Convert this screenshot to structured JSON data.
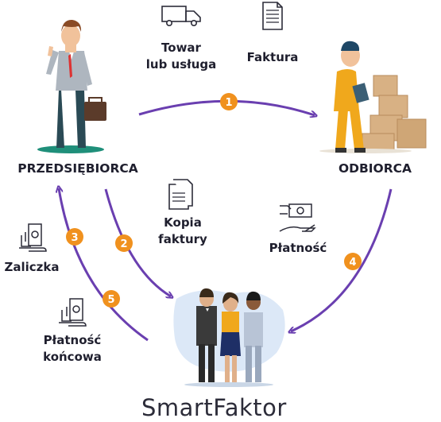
{
  "actors": {
    "entrepreneur": "PRZEDSIĘBIORCA",
    "recipient": "ODBIORCA"
  },
  "top": {
    "goods_line1": "Towar",
    "goods_line2": "lub usługa",
    "invoice": "Faktura"
  },
  "labels": {
    "invoice_copy_line1": "Kopia",
    "invoice_copy_line2": "faktury",
    "payment": "Płatność",
    "advance": "Zaliczka",
    "final_payment_line1": "Płatność",
    "final_payment_line2": "końcowa"
  },
  "steps": {
    "s1": "1",
    "s2": "2",
    "s3": "3",
    "s4": "4",
    "s5": "5"
  },
  "logo": "SmartFaktor",
  "colors": {
    "arrow": "#6a3fb0",
    "badge": "#f0911e",
    "text": "#1f1f2e",
    "blob": "#dce8f7"
  },
  "icons": {
    "truck": "truck-icon",
    "invoice": "document-icon",
    "invoice_copy": "document-copy-icon",
    "payment": "hand-money-icon",
    "advance": "hand-money-icon",
    "final": "hand-money-icon"
  }
}
